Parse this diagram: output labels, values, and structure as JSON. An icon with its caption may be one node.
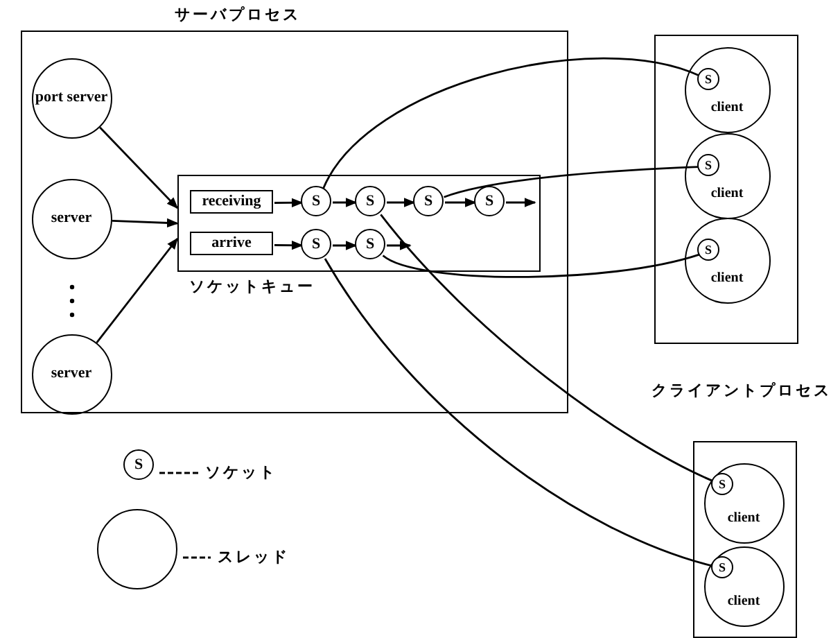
{
  "diagram": {
    "nodes": [
      {
        "text": [
          "サーバプロセス"
        ]
      },
      {
        "text": [
          "port server"
        ],
        "in": 0
      },
      {
        "text": [
          "server"
        ],
        "in": 0
      },
      {
        "text": [
          "server"
        ],
        "in": 0
      },
      {
        "text": [
          "ソケットキュー"
        ],
        "in": 0
      },
      {
        "text": [
          "receiving"
        ],
        "in": 4
      },
      {
        "text": [
          "S"
        ],
        "in": 4
      },
      {
        "text": [
          "S"
        ],
        "in": 4
      },
      {
        "text": [
          "S"
        ],
        "in": 4
      },
      {
        "text": [
          "S"
        ],
        "in": 4
      },
      {
        "text": [
          "arrive"
        ],
        "in": 4
      },
      {
        "text": [
          "S"
        ],
        "in": 4
      },
      {
        "text": [
          "S"
        ],
        "in": 4
      },
      {
        "text": [],
        "shape": "box"
      },
      {
        "text": [
          "client"
        ],
        "in": 13
      },
      {
        "text": [
          "S"
        ],
        "in": 14
      },
      {
        "text": [
          "client"
        ],
        "in": 13
      },
      {
        "text": [
          "S"
        ],
        "in": 16
      },
      {
        "text": [
          "client"
        ],
        "in": 13
      },
      {
        "text": [
          "S"
        ],
        "in": 18
      },
      {
        "text": [],
        "shape": "box"
      },
      {
        "text": [
          "client"
        ],
        "in": 20
      },
      {
        "text": [
          "S"
        ],
        "in": 21
      },
      {
        "text": [
          "client"
        ],
        "in": 20
      },
      {
        "text": [
          "S"
        ],
        "in": 23
      },
      {
        "text": [
          "S"
        ]
      },
      {
        "text": [],
        "shape": "circle"
      }
    ],
    "edges": [
      {
        "from": 1,
        "to": 4,
        "arrow": "to"
      },
      {
        "from": 2,
        "to": 4,
        "arrow": "to"
      },
      {
        "from": 3,
        "to": 4,
        "arrow": "to"
      },
      {
        "from": 5,
        "to": 6,
        "arrow": "to"
      },
      {
        "from": 6,
        "to": 7,
        "arrow": "to"
      },
      {
        "from": 7,
        "to": 8,
        "arrow": "to"
      },
      {
        "from": 8,
        "to": 9,
        "arrow": "to"
      },
      {
        "from": 9,
        "to": null,
        "arrow": "to"
      },
      {
        "from": 10,
        "to": 11,
        "arrow": "to"
      },
      {
        "from": 11,
        "to": 12,
        "arrow": "to"
      },
      {
        "from": 12,
        "to": null,
        "arrow": "to"
      },
      {
        "from": 6,
        "to": 15,
        "arrow": "none"
      },
      {
        "from": 8,
        "to": 17,
        "arrow": "none"
      },
      {
        "from": 12,
        "to": 19,
        "arrow": "none"
      },
      {
        "from": 7,
        "to": 22,
        "arrow": "none"
      },
      {
        "from": 11,
        "to": 24,
        "arrow": "none"
      }
    ],
    "labels": [
      "クライアントプロセス"
    ],
    "legend": [
      {
        "text": "ソケット"
      },
      {
        "text": "スレッド"
      }
    ]
  }
}
